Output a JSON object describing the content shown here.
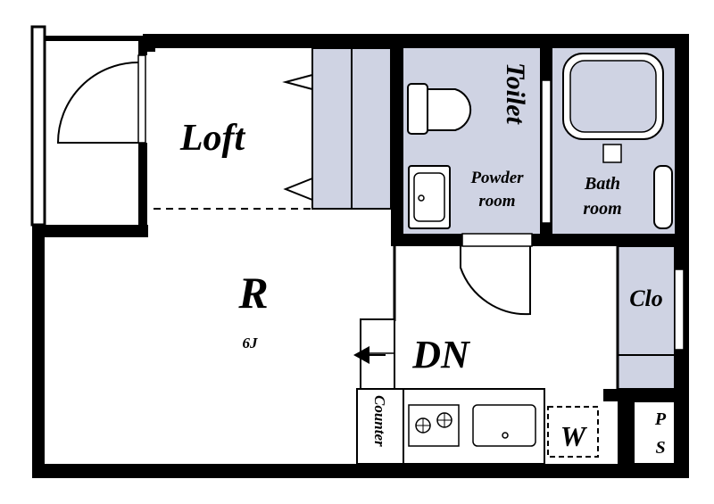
{
  "floorplan": {
    "rooms": {
      "loft": "Loft",
      "room": "R",
      "room_size": "6J",
      "toilet": "Toilet",
      "powder_line1": "Powder",
      "powder_line2": "room",
      "bath_line1": "Bath",
      "bath_line2": "room",
      "closet": "Clo",
      "down": "DN",
      "counter": "Counter",
      "washer": "W",
      "ps_line1": "P",
      "ps_line2": "S"
    },
    "colors": {
      "wall": "#000000",
      "fixture_fill": "#cfd3e3",
      "floor": "#ffffff"
    }
  }
}
